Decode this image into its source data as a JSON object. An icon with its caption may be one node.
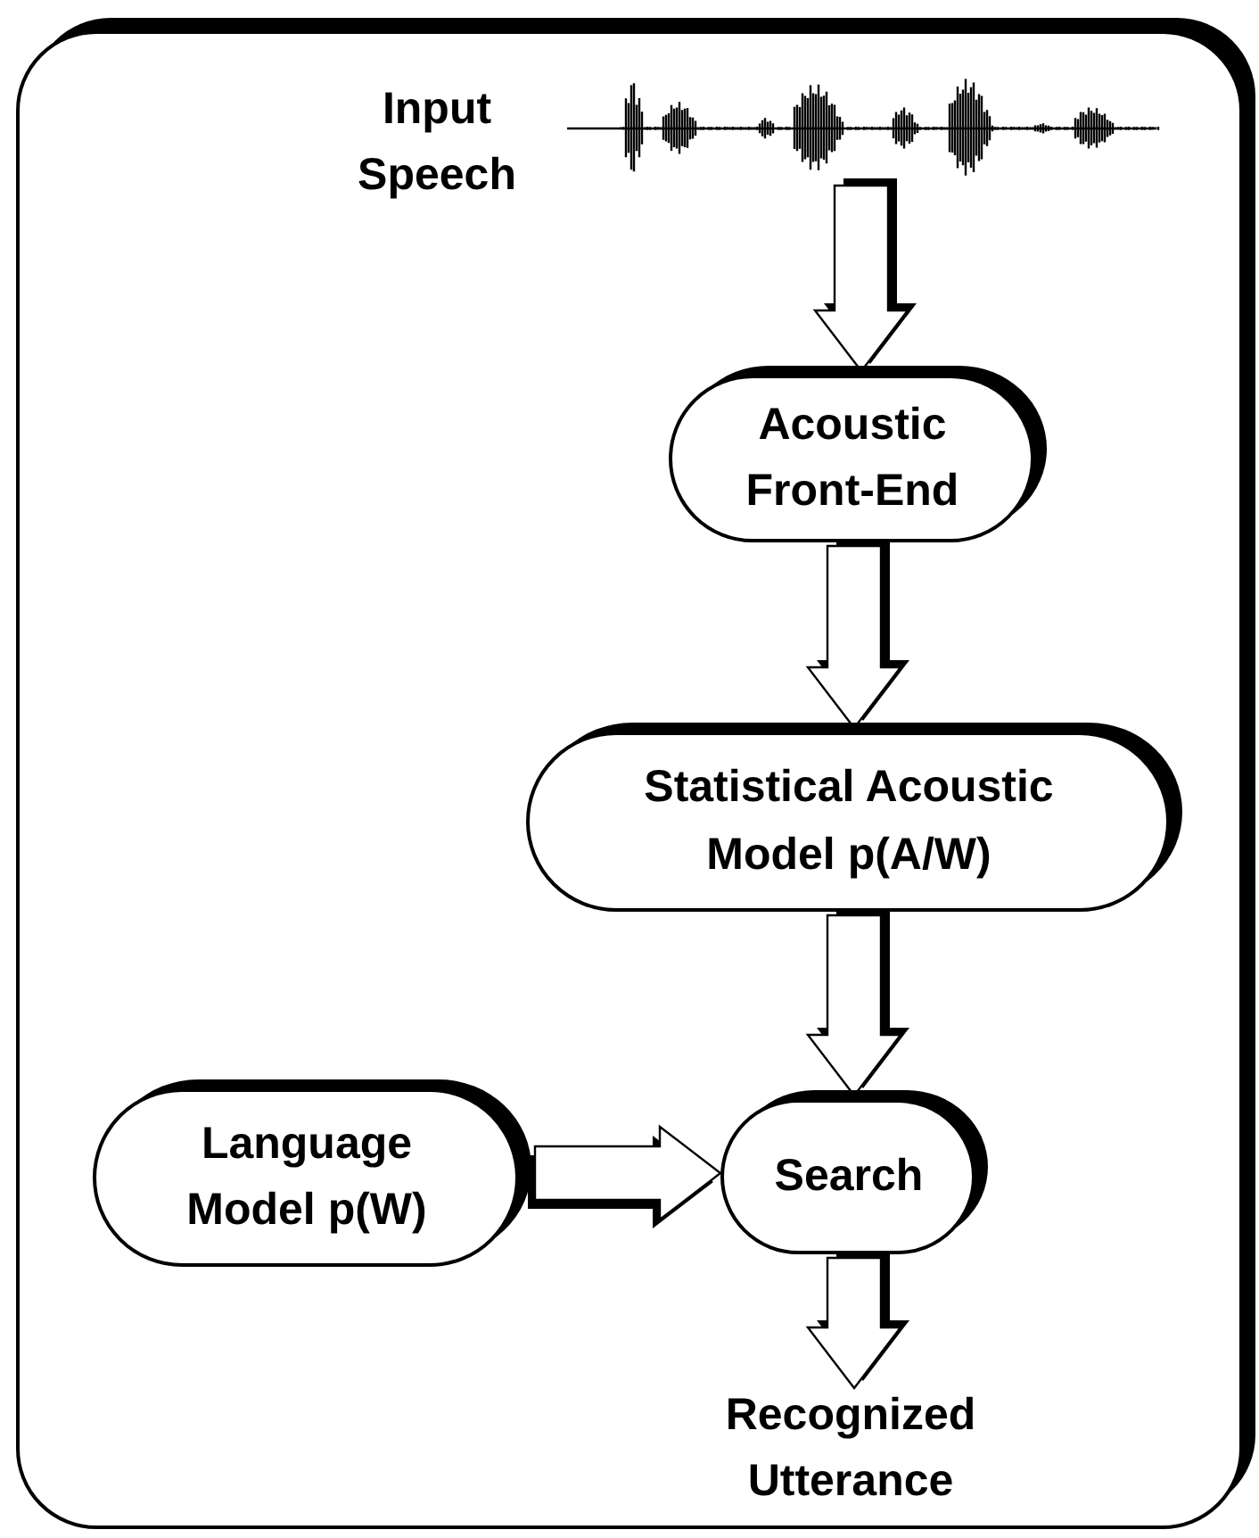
{
  "diagram": {
    "nodes": [
      {
        "text": [
          "Input Speech"
        ]
      },
      {
        "text": [],
        "shape": "picture"
      },
      {
        "text": [
          "Acoustic Front-End"
        ]
      },
      {
        "text": [
          "Statistical Acoustic Model p(A/W)"
        ]
      },
      {
        "text": [
          "Language Model p(W)"
        ]
      },
      {
        "text": [
          "Search"
        ]
      },
      {
        "text": [
          "Recognized Utterance"
        ]
      }
    ],
    "edges": [
      {
        "from": 1,
        "to": 2,
        "arrow": "to"
      },
      {
        "from": 2,
        "to": 3,
        "arrow": "to"
      },
      {
        "from": 3,
        "to": 5,
        "arrow": "to"
      },
      {
        "from": 4,
        "to": 5,
        "arrow": "to"
      },
      {
        "from": 5,
        "to": 6,
        "arrow": "to"
      }
    ]
  }
}
